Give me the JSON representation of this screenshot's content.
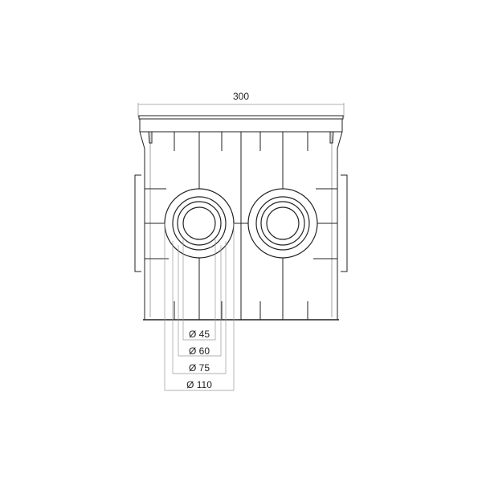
{
  "drawing": {
    "width_dimension": "300",
    "diameters": [
      "Ø 45",
      "Ø 60",
      "Ø 75",
      "Ø 110"
    ],
    "line_color": "#222222",
    "thin_line_color": "#999999"
  }
}
